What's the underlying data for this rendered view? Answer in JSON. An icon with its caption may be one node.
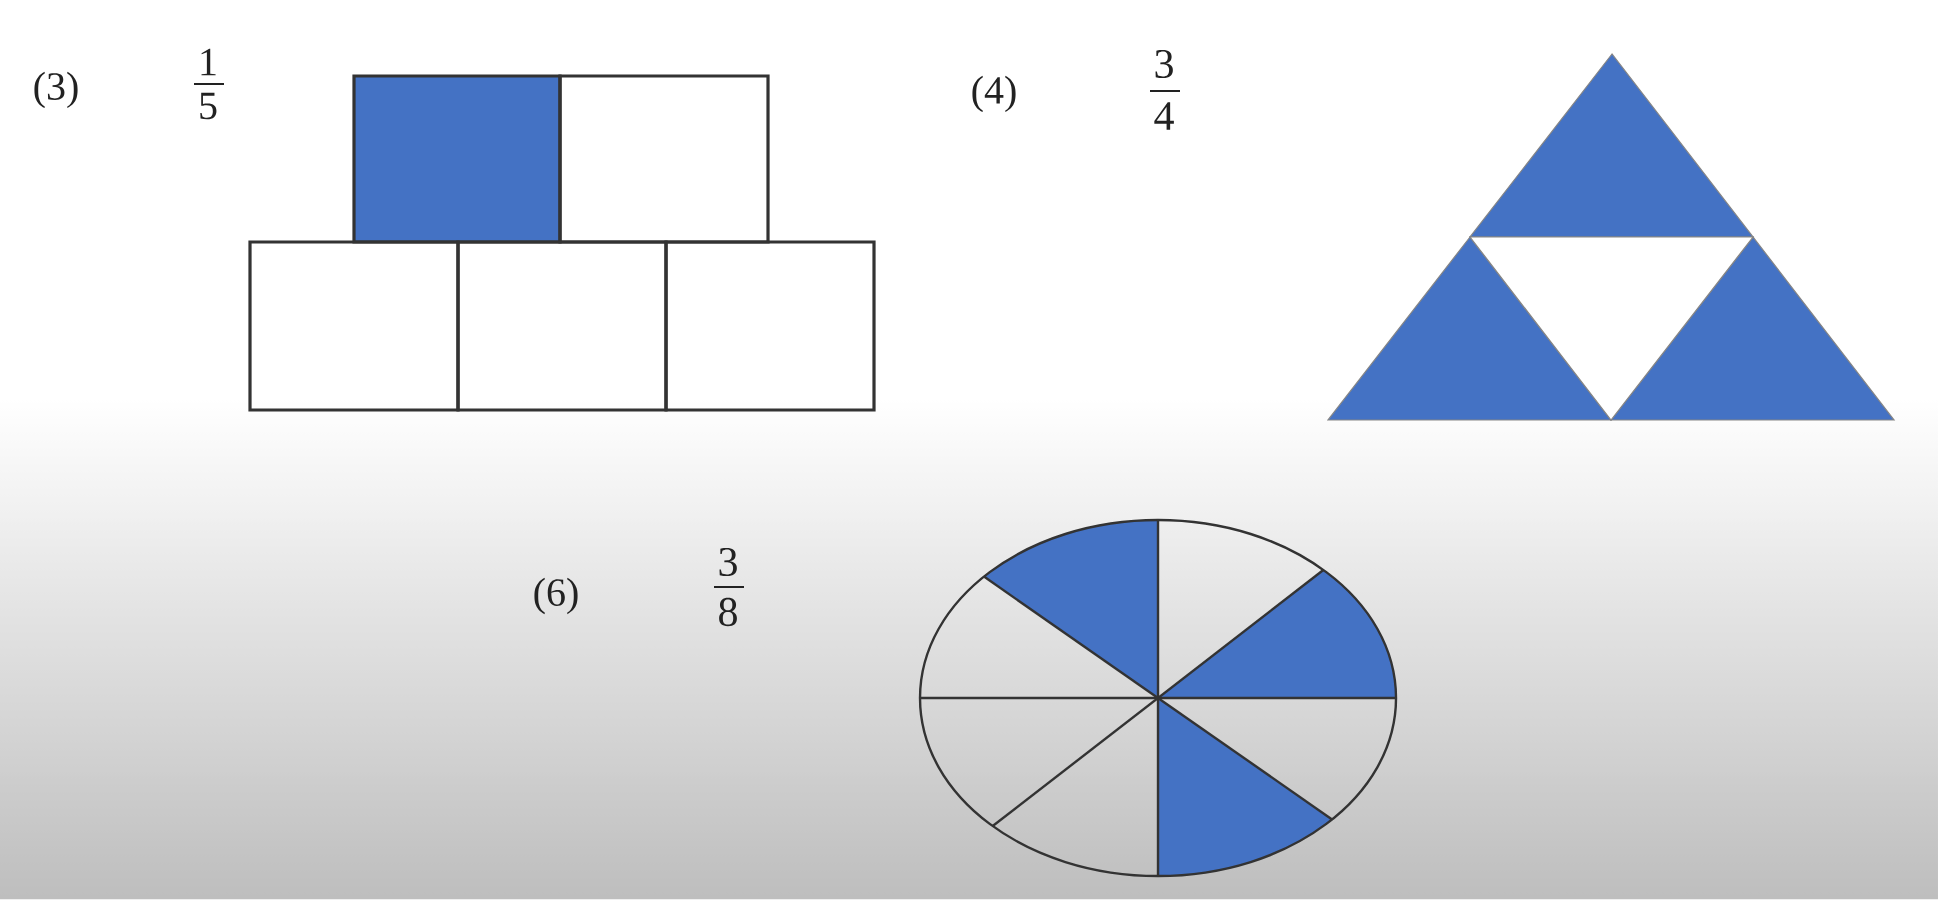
{
  "diagram": {
    "labels": [
      "(3)",
      "1",
      "5",
      "(4)",
      "3",
      "4",
      "(6)",
      "3",
      "8"
    ]
  }
}
